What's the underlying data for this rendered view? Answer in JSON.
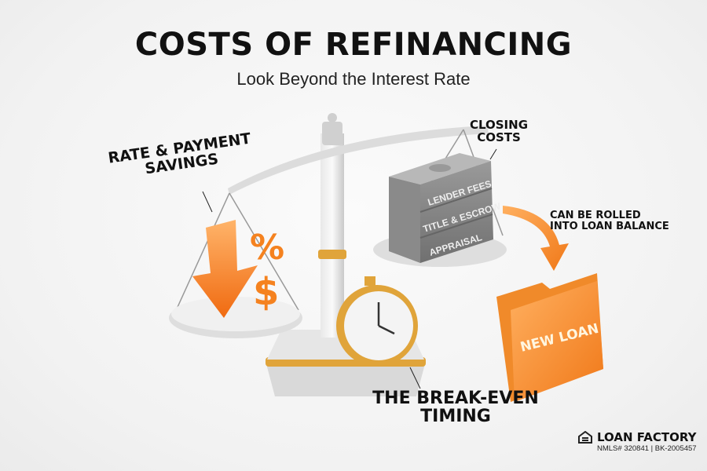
{
  "header": {
    "title": "COSTS OF REFINANCING",
    "subtitle": "Look Beyond the Interest Rate"
  },
  "labels": {
    "savings_line1": "RATE & PAYMENT",
    "savings_line2": "SAVINGS",
    "closing_line1": "CLOSING",
    "closing_line2": "COSTS",
    "rolled_line1": "CAN BE ROLLED",
    "rolled_line2": "INTO LOAN BALANCE",
    "breakeven_line1": "THE BREAK-EVEN",
    "breakeven_line2": "TIMING"
  },
  "cost_stack": [
    "LENDER FEES",
    "TITLE & ESCROW",
    "APPRAISAL"
  ],
  "folder_label": "NEW LOAN",
  "symbols": {
    "percent": "%",
    "dollar": "$"
  },
  "footer": {
    "brand": "LOAN FACTORY",
    "nmls": "NMLS# 320841 | BK-2005457",
    "equal_housing_icon": "equal-housing-lender-icon"
  },
  "colors": {
    "accent": "#f5821f",
    "gold": "#e0a43a",
    "stone": "#8e8e8e",
    "text": "#111111"
  }
}
